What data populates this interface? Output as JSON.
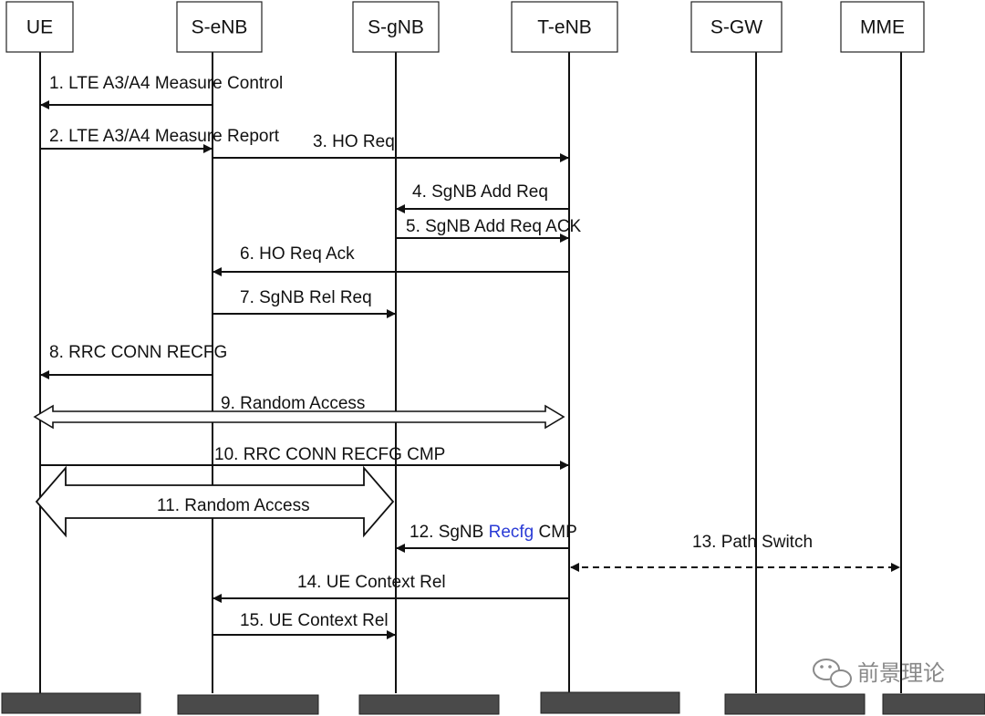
{
  "diagram": {
    "entities": [
      {
        "id": "ue",
        "label": "UE"
      },
      {
        "id": "senb",
        "label": "S-eNB"
      },
      {
        "id": "sgnb",
        "label": "S-gNB"
      },
      {
        "id": "tenb",
        "label": "T-eNB"
      },
      {
        "id": "sgw",
        "label": "S-GW"
      },
      {
        "id": "mme",
        "label": "MME"
      }
    ],
    "messages": [
      {
        "label": "1. LTE A3/A4 Measure Control",
        "from": "senb",
        "to": "ue",
        "style": "arrow"
      },
      {
        "label": "2. LTE A3/A4 Measure Report",
        "from": "ue",
        "to": "senb",
        "style": "arrow"
      },
      {
        "label": "3. HO Req",
        "from": "senb",
        "to": "tenb",
        "style": "arrow"
      },
      {
        "label": "4. SgNB Add Req",
        "from": "tenb",
        "to": "sgnb",
        "style": "arrow"
      },
      {
        "label": "5. SgNB Add Req ACK",
        "from": "sgnb",
        "to": "tenb",
        "style": "arrow"
      },
      {
        "label": "6. HO Req Ack",
        "from": "tenb",
        "to": "senb",
        "style": "arrow"
      },
      {
        "label": "7. SgNB Rel Req",
        "from": "senb",
        "to": "sgnb",
        "style": "arrow"
      },
      {
        "label": "8. RRC CONN RECFG",
        "from": "senb",
        "to": "ue",
        "style": "arrow"
      },
      {
        "label": "9. Random Access",
        "from": "ue",
        "to": "tenb",
        "style": "double-thin"
      },
      {
        "label": "10. RRC CONN RECFG CMP",
        "from": "ue",
        "to": "tenb",
        "style": "arrow"
      },
      {
        "label": "11. Random Access",
        "from": "ue",
        "to": "sgnb",
        "style": "double-thick"
      },
      {
        "label_parts": [
          "12. SgNB ",
          "Recfg",
          " CMP"
        ],
        "from": "tenb",
        "to": "sgnb",
        "style": "arrow"
      },
      {
        "label": "13. Path Switch",
        "from": "tenb",
        "to": "mme",
        "style": "dashed-both"
      },
      {
        "label": "14. UE Context Rel",
        "from": "tenb",
        "to": "senb",
        "style": "arrow"
      },
      {
        "label": "15. UE Context Rel",
        "from": "senb",
        "to": "sgnb",
        "style": "arrow"
      }
    ],
    "accent_color": "#2a3bd6",
    "watermark": {
      "icon": "wechat-icon",
      "text": "前景理论"
    }
  }
}
